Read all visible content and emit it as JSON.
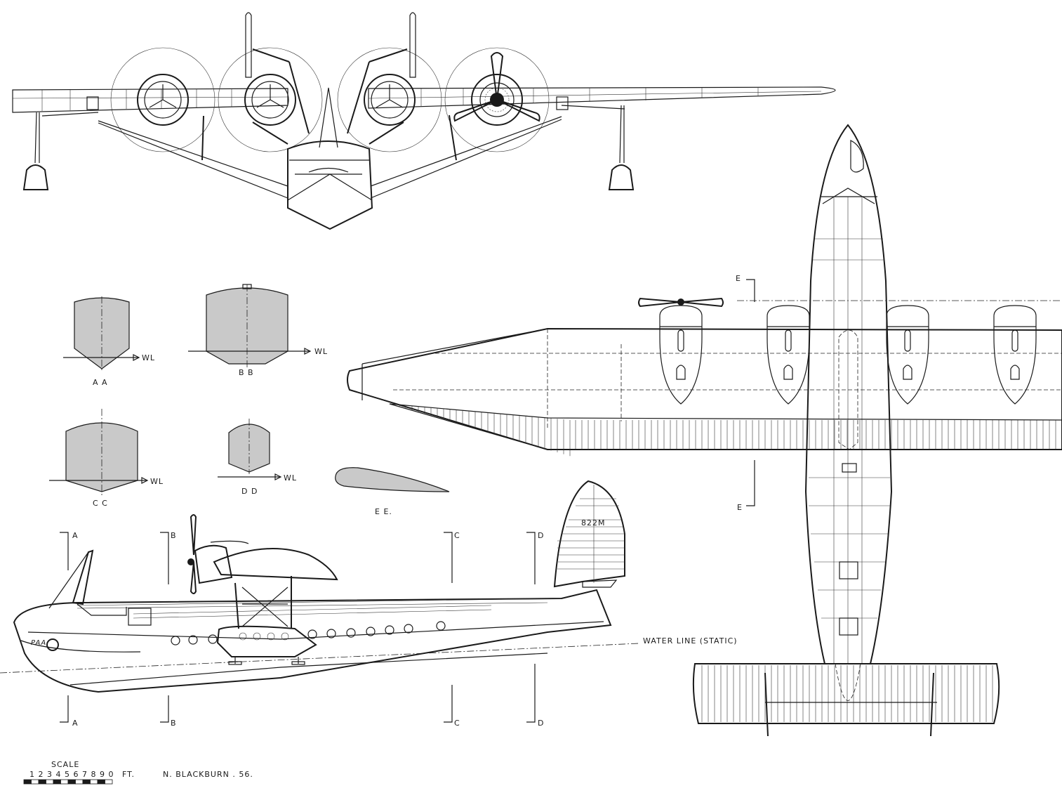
{
  "drawing": {
    "scale_title": "SCALE",
    "scale_digits": "1 2 3 4 5 6 7 8 9 0",
    "scale_unit": "FT.",
    "author": "N. BLACKBURN . 56.",
    "registration": "822M",
    "hull_marking": "PAA",
    "water_line_label": "WATER LINE (STATIC)"
  },
  "sections": [
    {
      "label": "A A",
      "wl": "WL"
    },
    {
      "label": "B B",
      "wl": "WL"
    },
    {
      "label": "C C",
      "wl": "WL"
    },
    {
      "label": "D D",
      "wl": "WL"
    },
    {
      "label": "E E.",
      "wl": ""
    }
  ],
  "station_marks": {
    "side_view": [
      "A",
      "B",
      "C",
      "D"
    ],
    "plan_view": [
      "E"
    ]
  }
}
